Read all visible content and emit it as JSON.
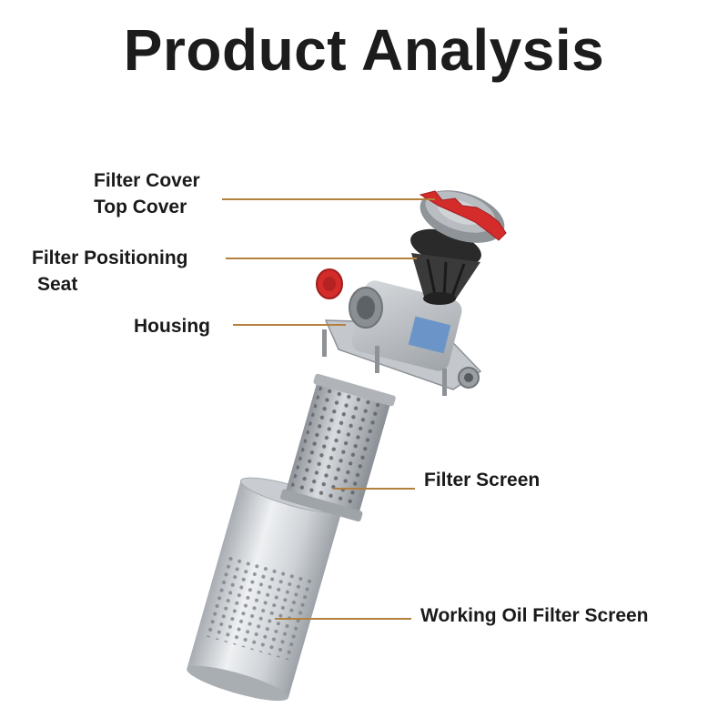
{
  "title": "Product Analysis",
  "labels": {
    "cover_line1": "Filter Cover",
    "cover_line2": "Top Cover",
    "seat_line1": "Filter Positioning",
    "seat_line2": "Seat",
    "housing": "Housing",
    "filter_screen": "Filter Screen",
    "working_oil_screen": "Working Oil Filter Screen"
  },
  "colors": {
    "leader_line": "#b3803d",
    "cover_red": "#d42b2b",
    "housing_gray": "#b8bcc2",
    "seat_black": "#2a2a2a",
    "label_blue": "#6b95c8"
  }
}
